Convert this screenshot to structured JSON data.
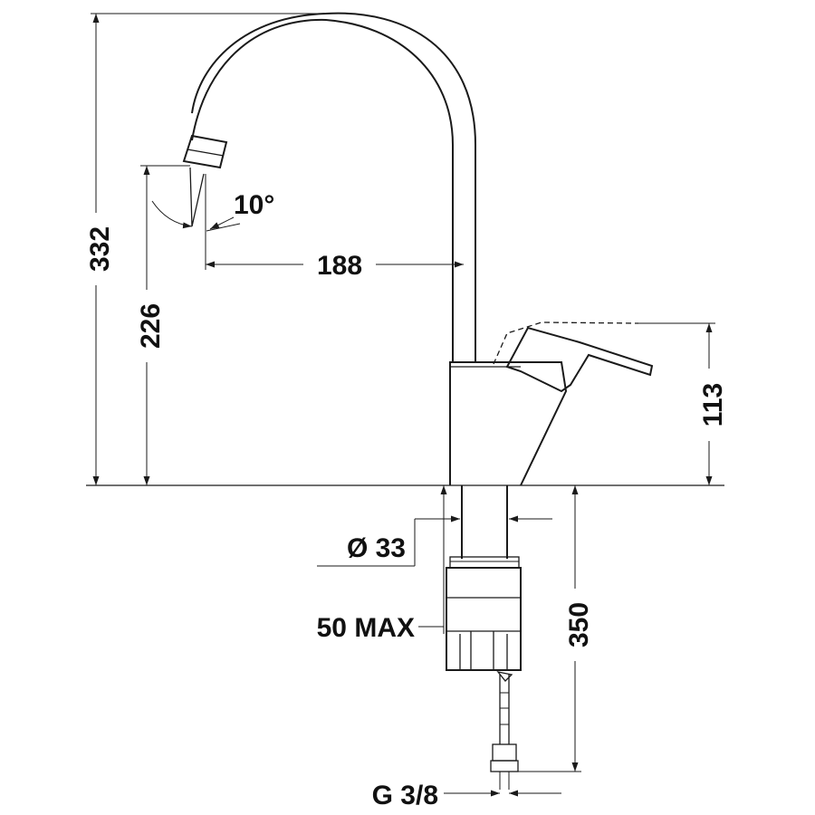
{
  "dimensions": {
    "total_height": "332",
    "spout_height": "226",
    "spout_angle": "10°",
    "spout_reach": "188",
    "handle_height": "113",
    "shank_diameter": "Ø 33",
    "countertop_max": "50 MAX",
    "hose_length": "350",
    "connection": "G 3/8"
  },
  "colors": {
    "line": "#1a1a1a",
    "text": "#111111"
  }
}
